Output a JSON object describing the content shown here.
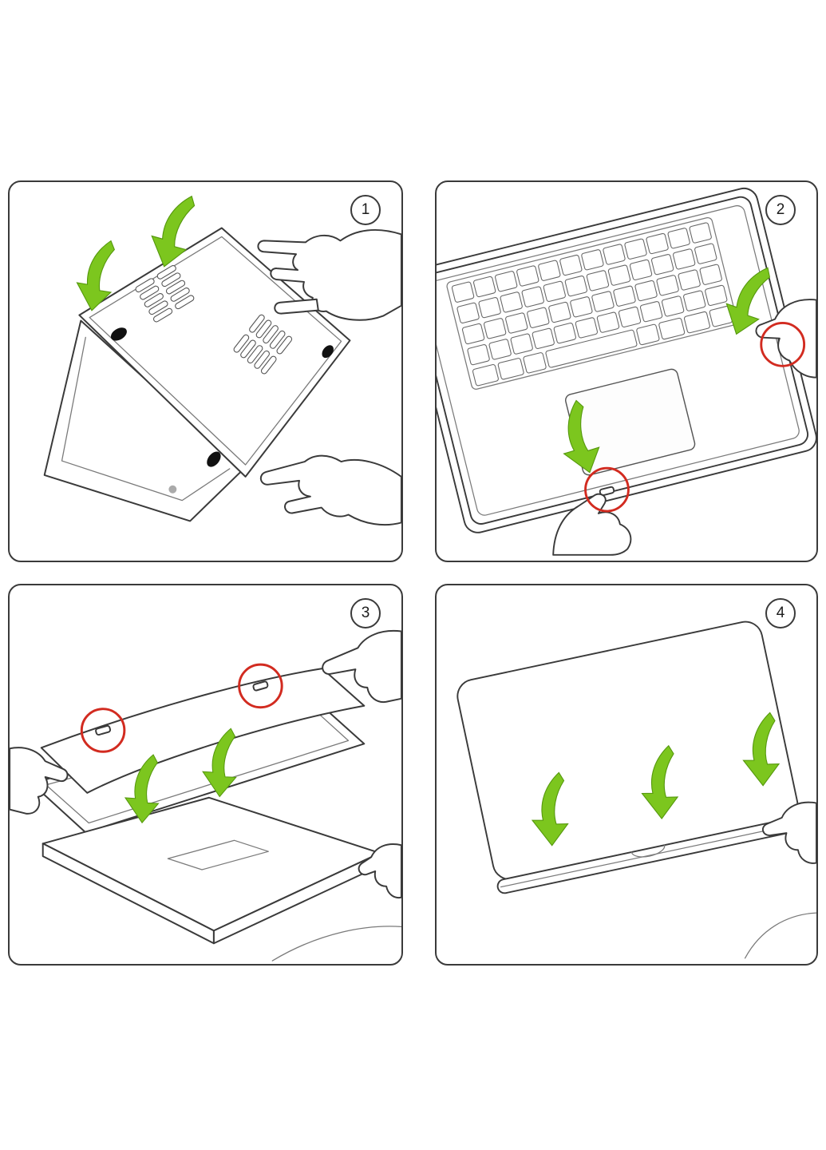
{
  "colors": {
    "outline": "#3a3a3a",
    "arrow_green": "#7cc61e",
    "clip_circle_red": "#d22b20"
  },
  "panels": [
    {
      "number": "1",
      "name": "attach-bottom-case"
    },
    {
      "number": "2",
      "name": "snap-keyboard-side-clips"
    },
    {
      "number": "3",
      "name": "release-clips-remove-case"
    },
    {
      "number": "4",
      "name": "press-top-case-edge"
    }
  ]
}
